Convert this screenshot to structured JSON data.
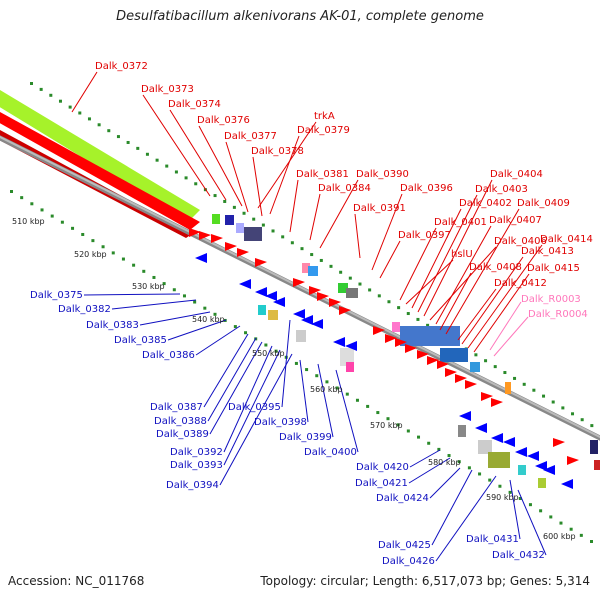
{
  "title": "Desulfatibacillum alkenivorans AK-01, complete genome",
  "accession": "Accession: NC_011768",
  "summary": "Topology: circular; Length: 6,517,073 bp; Genes: 5,314",
  "colors": {
    "forward": "#ff0000",
    "reverse": "#0000ff",
    "rna": "#ff77bb",
    "backbone": "#999999",
    "tick": "#228822",
    "feature_band": "#aaff33"
  },
  "kbp_labels": [
    "510 kbp",
    "520 kbp",
    "530 kbp",
    "540 kbp",
    "550 kbp",
    "560 kbp",
    "570 kbp",
    "580 kbp",
    "590 kbp",
    "600 kbp"
  ],
  "red_labels": [
    "Dalk_0372",
    "Dalk_0373",
    "Dalk_0374",
    "Dalk_0376",
    "Dalk_0377",
    "Dalk_0378",
    "trkA",
    "Dalk_0379",
    "Dalk_0381",
    "Dalk_0384",
    "Dalk_0390",
    "Dalk_0391",
    "Dalk_0396",
    "Dalk_0397",
    "Dalk_0401",
    "hslU",
    "Dalk_0402",
    "Dalk_0403",
    "Dalk_0404",
    "Dalk_0406",
    "Dalk_0407",
    "Dalk_0408",
    "Dalk_0409",
    "Dalk_0412",
    "Dalk_0413",
    "Dalk_0414",
    "Dalk_0415"
  ],
  "pink_labels": [
    "Dalk_R0003",
    "Dalk_R0004"
  ],
  "blue_labels": [
    "Dalk_0375",
    "Dalk_0382",
    "Dalk_0383",
    "Dalk_0385",
    "Dalk_0386",
    "Dalk_0387",
    "Dalk_0388",
    "Dalk_0389",
    "Dalk_0392",
    "Dalk_0393",
    "Dalk_0394",
    "Dalk_0395",
    "Dalk_0398",
    "Dalk_0399",
    "Dalk_0400",
    "Dalk_0420",
    "Dalk_0421",
    "Dalk_0424",
    "Dalk_0425",
    "Dalk_0426",
    "Dalk_0431",
    "Dalk_0432"
  ]
}
